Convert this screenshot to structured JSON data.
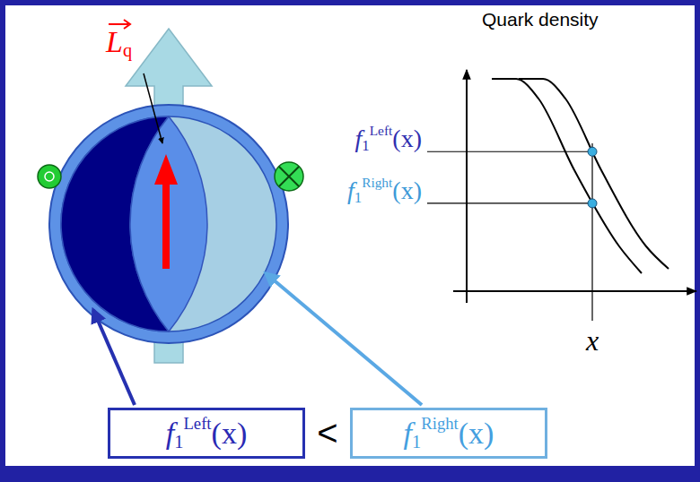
{
  "diagram": {
    "nodes": [
      {
        "text": [
          "f1Left(x)"
        ]
      },
      {
        "text": [
          "f1Right(x)"
        ]
      }
    ],
    "labels": [
      "Lq",
      "Quark density",
      "f1Left(x)",
      "f1Right(x)",
      "x",
      "<"
    ]
  }
}
